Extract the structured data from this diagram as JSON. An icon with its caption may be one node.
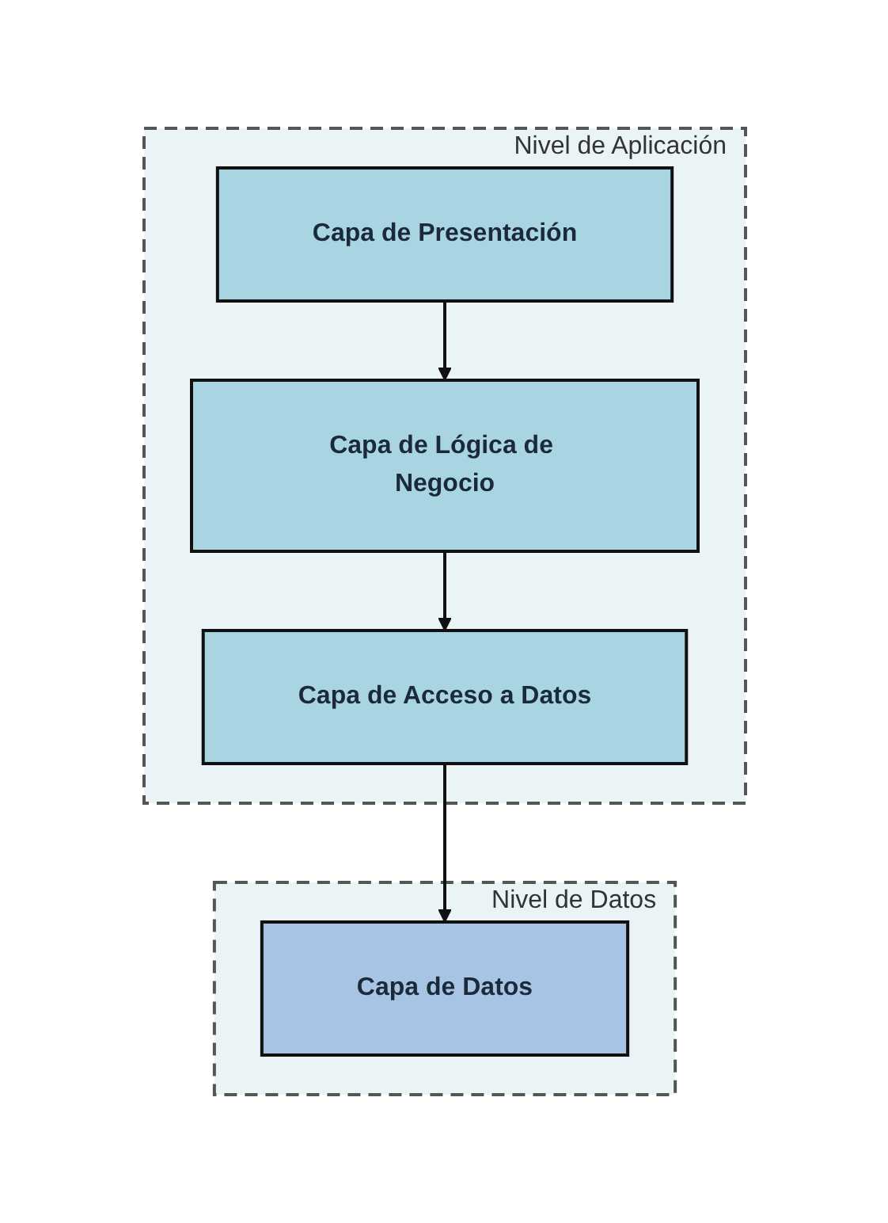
{
  "diagram": {
    "nodes": [
      {
        "text": [
          "Nivel de Aplicación"
        ]
      },
      {
        "text": [
          "Capa de Presentación"
        ],
        "in": 0
      },
      {
        "text": [
          "Capa de Lógica de Negocio"
        ],
        "in": 0
      },
      {
        "text": [
          "Capa de Acceso a Datos"
        ],
        "in": 0
      },
      {
        "text": [
          "Nivel de Datos"
        ]
      },
      {
        "text": [
          "Capa de Datos"
        ],
        "in": 4
      }
    ],
    "edges": [
      {
        "from": 1,
        "to": 2,
        "arrow": "to"
      },
      {
        "from": 2,
        "to": 3,
        "arrow": "to"
      },
      {
        "from": 3,
        "to": 5,
        "arrow": "to"
      }
    ]
  }
}
